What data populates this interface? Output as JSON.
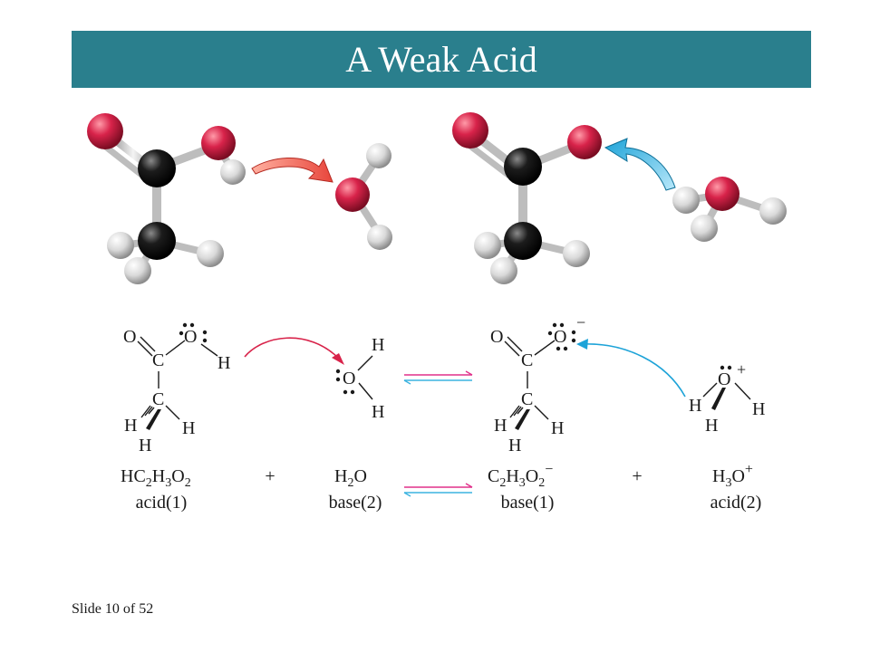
{
  "slide": {
    "title": "A Weak Acid",
    "footer": "Slide 10 of 52"
  },
  "colors": {
    "title_bar": "#2a7f8d",
    "oxygen": "#d8234a",
    "carbon": "#1c1c1c",
    "hydrogen": "#d9d9d9",
    "red_arrow": "#e8463c",
    "blue_arrow": "#1da3d8",
    "equilibrium_top": "#e0308a",
    "equilibrium_bottom": "#3bb3e0"
  },
  "structures": {
    "acid": {
      "O_top": "O",
      "C1": "C",
      "O_right": "O",
      "H_right": "H",
      "C2": "C",
      "H_left": "H",
      "H_right2": "H",
      "H_bottom": "H"
    },
    "water": {
      "H_top": "H",
      "O": "O",
      "H_bottom": "H"
    },
    "acetate": {
      "O_top": "O",
      "C1": "C",
      "O_right": "O",
      "charge": "−",
      "C2": "C",
      "H_left": "H",
      "H_right2": "H",
      "H_bottom": "H"
    },
    "hydronium": {
      "O": "O",
      "charge": "+",
      "H_left": "H",
      "H_right": "H",
      "H_bottom": "H"
    }
  },
  "equation": {
    "acid1": {
      "formula_parts": [
        "HC",
        "2",
        "H",
        "3",
        "O",
        "2"
      ],
      "label": "acid(1)"
    },
    "plus1": "+",
    "base2": {
      "formula_parts": [
        "H",
        "2",
        "O"
      ],
      "label": "base(2)"
    },
    "base1": {
      "formula_parts": [
        "C",
        "2",
        "H",
        "3",
        "O",
        "2",
        "−"
      ],
      "label": "base(1)"
    },
    "plus2": "+",
    "acid2": {
      "formula_parts": [
        "H",
        "3",
        "O",
        "+"
      ],
      "label": "acid(2)"
    }
  }
}
